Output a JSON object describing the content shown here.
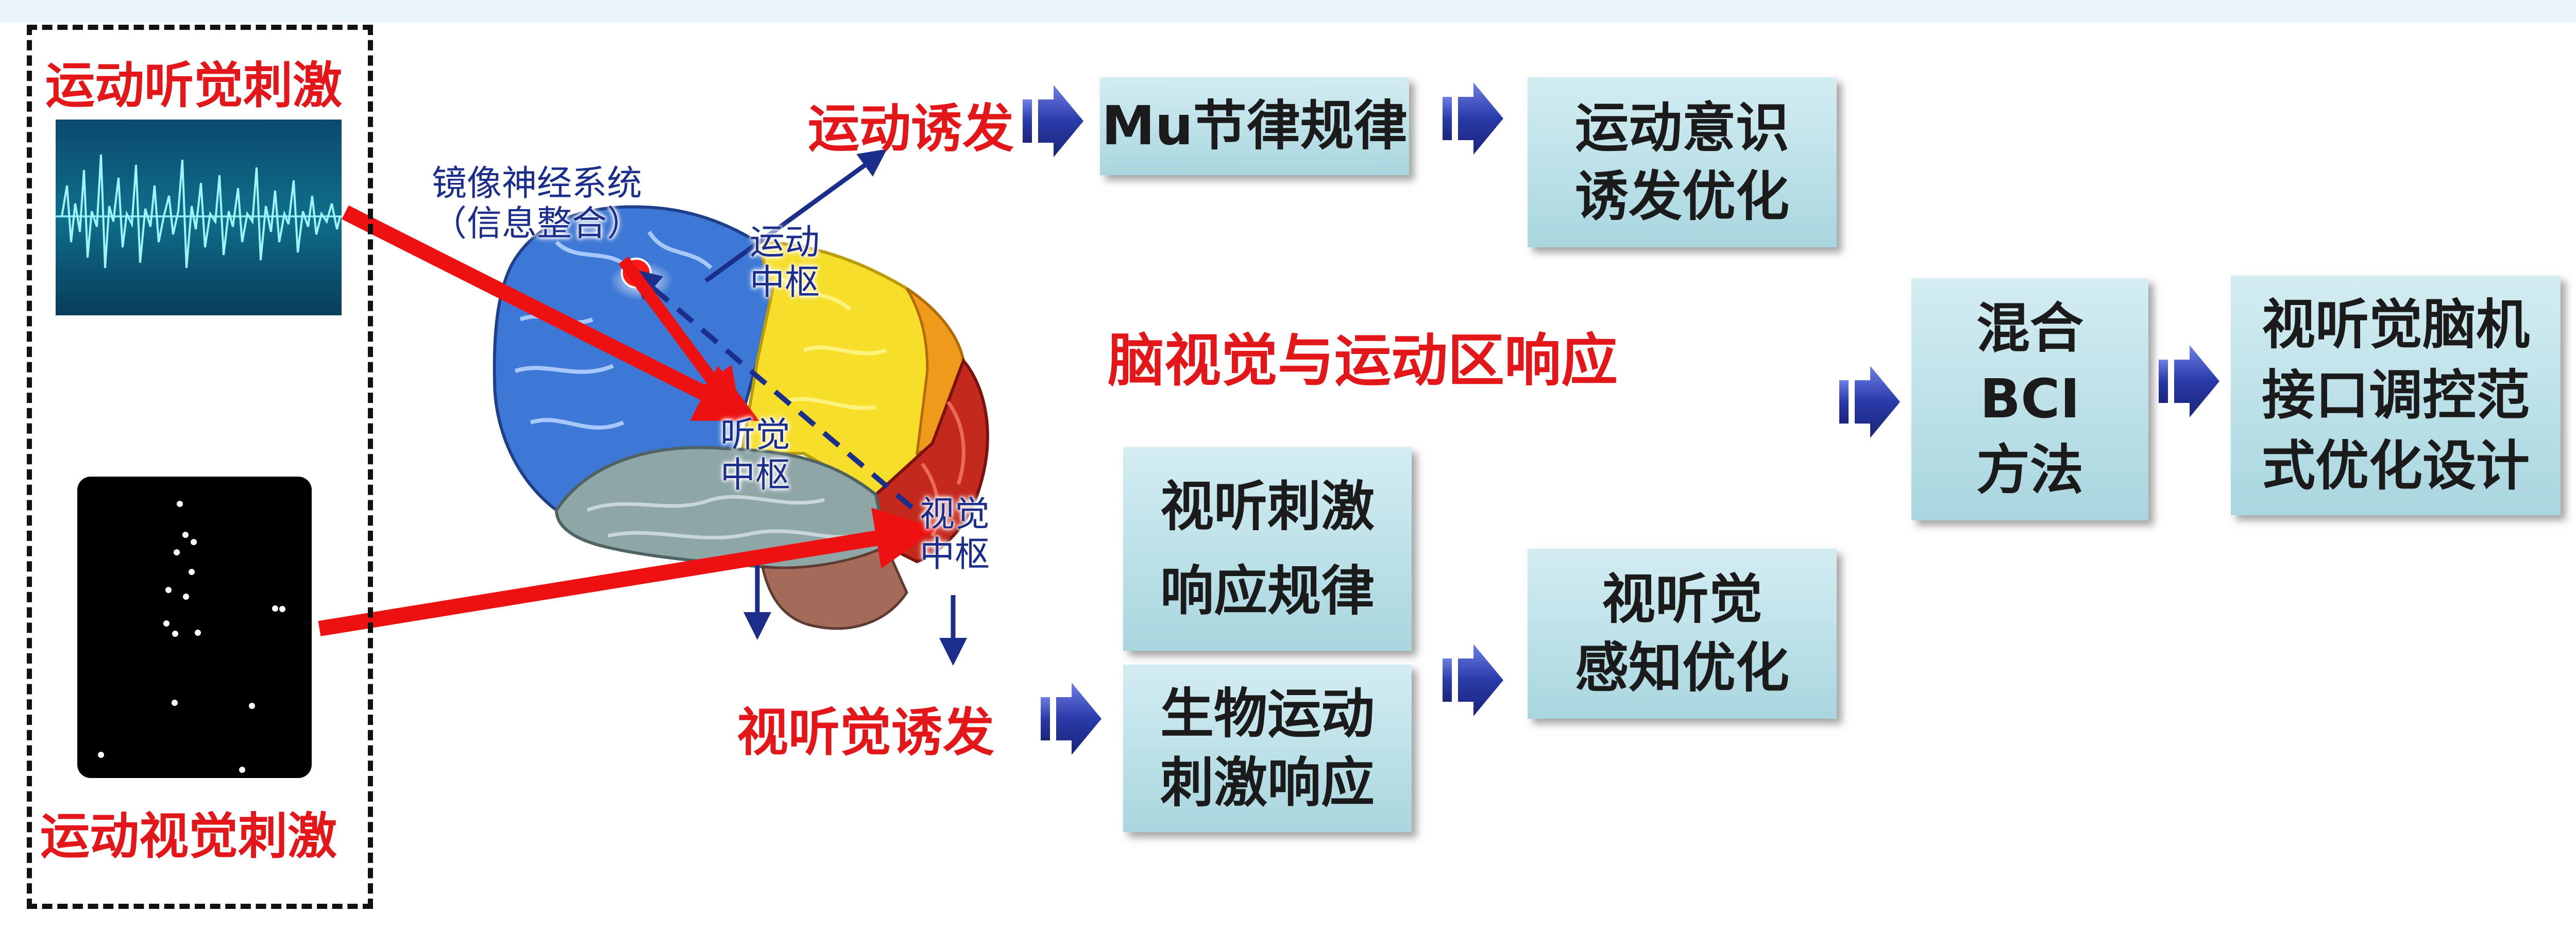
{
  "stimuli": {
    "auditory_label": "运动听觉刺激",
    "visual_label": "运动视觉刺激"
  },
  "brain": {
    "mirror_system_line1": "镜像神经系统",
    "mirror_system_line2": "（信息整合）",
    "motor_center_line1": "运动",
    "motor_center_line2": "中枢",
    "auditory_center_line1": "听觉",
    "auditory_center_line2": "中枢",
    "visual_center_line1": "视觉",
    "visual_center_line2": "中枢"
  },
  "center_title": "脑视觉与运动区响应",
  "upper_path": {
    "trigger": "运动诱发",
    "box1": "Mu节律规律",
    "box2_line1": "运动意识",
    "box2_line2": "诱发优化"
  },
  "lower_path": {
    "trigger": "视听觉诱发",
    "box_top_line1": "视听刺激",
    "box_top_line2": "响应规律",
    "box_bottom_line1": "生物运动",
    "box_bottom_line2": "刺激响应",
    "box_result_line1": "视听觉",
    "box_result_line2": "感知优化"
  },
  "merge": {
    "hybrid_line1": "混合",
    "hybrid_line2": "BCI",
    "hybrid_line3": "方法",
    "final_line1": "视听觉脑机",
    "final_line2": "接口调控范",
    "final_line3": "式优化设计"
  },
  "colors": {
    "red": "#e3161a",
    "navy": "#1c2e8c",
    "box_fill": "#bfe2ea",
    "arrow_blue": "#2a3aa8"
  }
}
